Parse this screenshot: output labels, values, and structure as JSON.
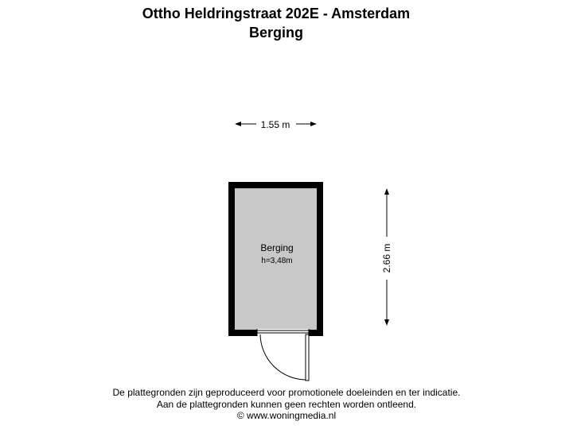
{
  "header": {
    "title": "Ottho Heldringstraat 202E - Amsterdam",
    "subtitle": "Berging"
  },
  "plan": {
    "width_label": "1.55 m",
    "height_label": "2.66 m",
    "room": {
      "name": "Berging",
      "ceiling_height": "h=3,48m"
    },
    "colors": {
      "wall": "#000000",
      "floor": "#c8c8c8",
      "dimension": "#000000"
    }
  },
  "footer": {
    "line1": "De plattegronden zijn geproduceerd voor promotionele doeleinden en ter indicatie.",
    "line2": "Aan de plattegronden kunnen geen rechten worden ontleend.",
    "line3": "© www.woningmedia.nl"
  }
}
